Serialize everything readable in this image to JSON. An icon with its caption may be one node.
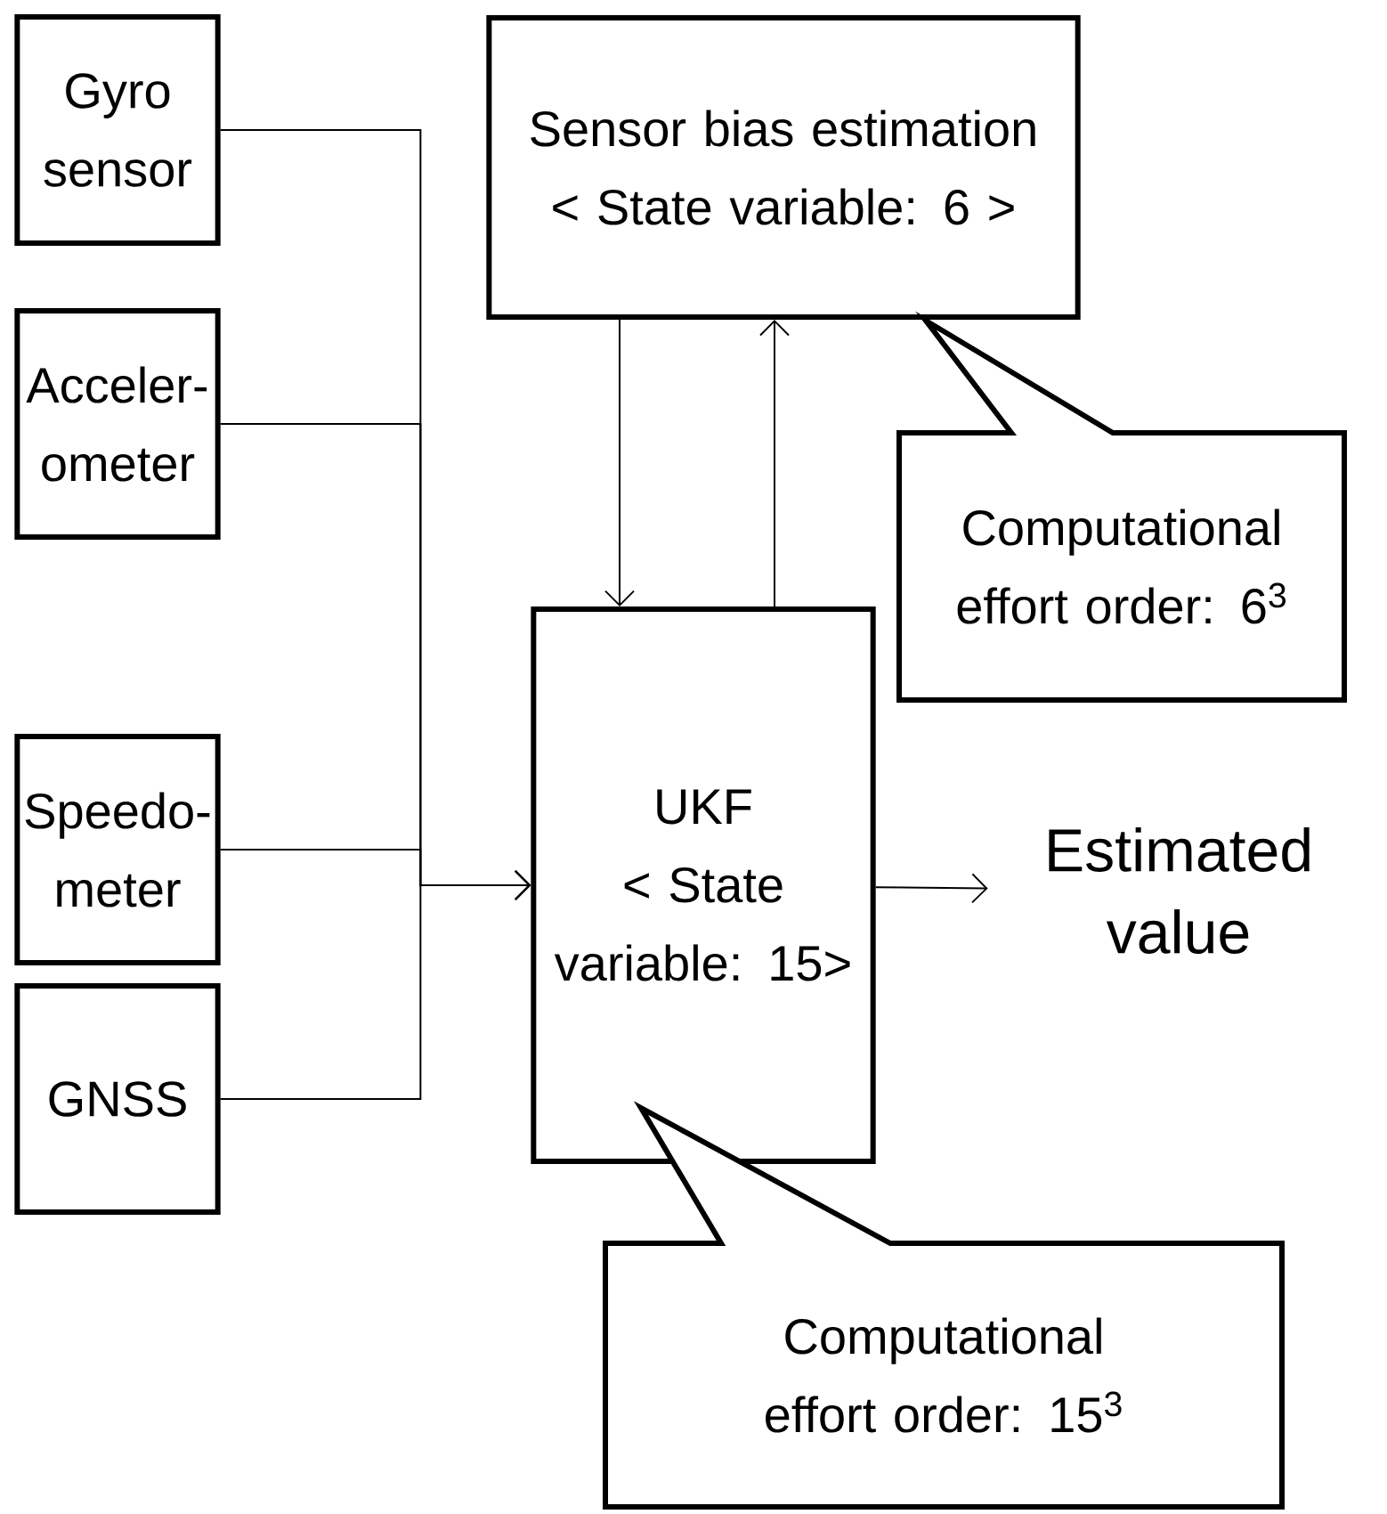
{
  "diagram": {
    "nodes": [
      {
        "text": [
          "Gyro sensor"
        ]
      },
      {
        "text": [
          "Acceler-ometer"
        ]
      },
      {
        "text": [
          "Speedo-meter"
        ]
      },
      {
        "text": [
          "GNSS"
        ]
      },
      {
        "text": [
          "Sensor bias estimation",
          "< State variable: 6 >"
        ]
      },
      {
        "text": [
          "UKF",
          "< State variable: 15>"
        ]
      },
      {
        "text": [
          "Estimated value"
        ]
      },
      {
        "text": [
          "Computational effort order: 6$^{3}$"
        ]
      },
      {
        "text": [
          "Computational effort order: 15$^{3}$"
        ]
      }
    ],
    "edges": [
      {
        "from": 0,
        "to": 5,
        "arrow": "to"
      },
      {
        "from": 1,
        "to": 5,
        "arrow": "to"
      },
      {
        "from": 2,
        "to": 5,
        "arrow": "to"
      },
      {
        "from": 3,
        "to": 5,
        "arrow": "to"
      },
      {
        "from": 4,
        "to": 5,
        "arrow": "to"
      },
      {
        "from": 5,
        "to": 4,
        "arrow": "to"
      },
      {
        "from": 5,
        "to": 6,
        "arrow": "to"
      }
    ]
  }
}
